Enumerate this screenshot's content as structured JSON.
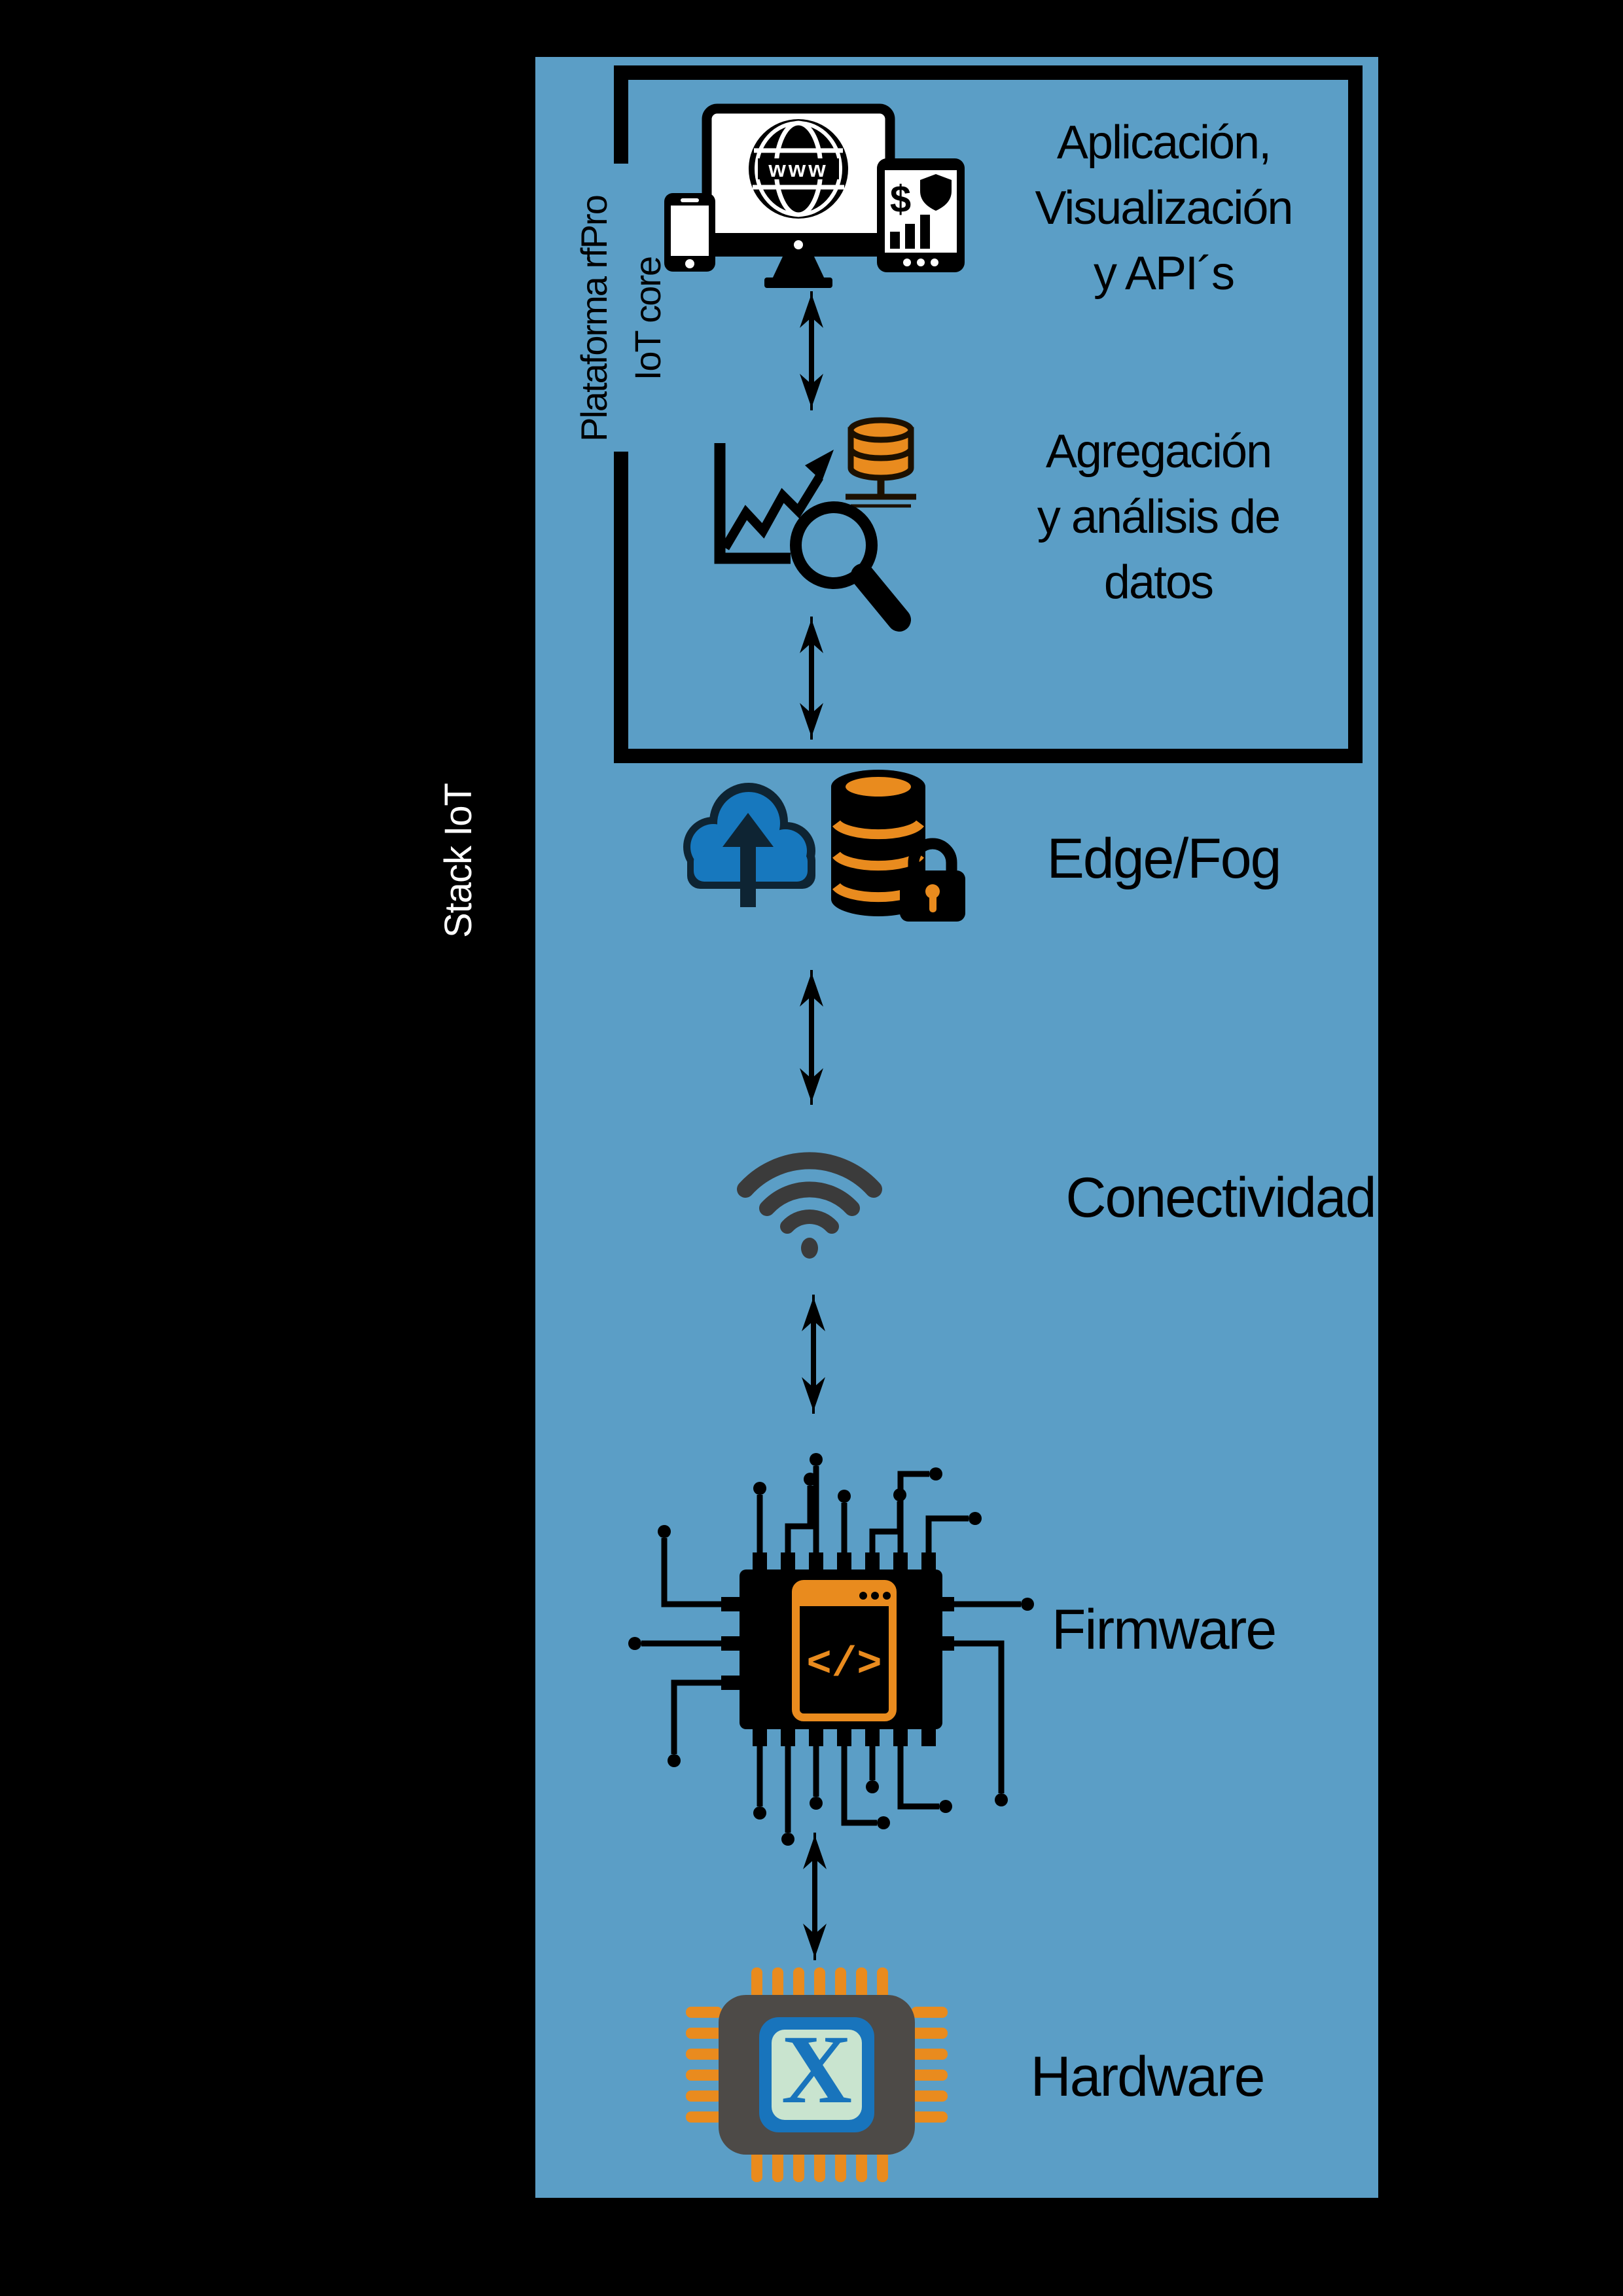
{
  "title": "Stack IoT",
  "colors": {
    "background": "#000000",
    "panel_blue": "#5B9EC6",
    "accent_orange": "#E98B1E",
    "cloud_blue": "#1778BE",
    "outline_navy": "#0E2433",
    "wifi_gray": "#3B3B3B",
    "chip_gray": "#4D4A47",
    "hardware_blue": "#1874BC",
    "hardware_mint": "#C9E4CF",
    "text_black": "#000000",
    "text_white": "#FFFFFF"
  },
  "sidebar": {
    "title": "Stack IoT"
  },
  "platform": {
    "line1": "Plataforma rfPro",
    "line2": "IoT core"
  },
  "stack": {
    "application": {
      "icon": "devices-icon",
      "lines": [
        "Aplicación,",
        "Visualización",
        "y API´s"
      ]
    },
    "aggregation": {
      "icon": "analytics-search-icon",
      "lines": [
        "Agregación",
        "y análisis de",
        "datos"
      ]
    },
    "edge": {
      "icon": "cloud-database-lock-icon",
      "label": "Edge/Fog"
    },
    "connectivity": {
      "icon": "wifi-icon",
      "label": "Conectividad"
    },
    "firmware": {
      "icon": "chip-code-icon",
      "label": "Firmware"
    },
    "hardware": {
      "icon": "cpu-chip-icon",
      "label": "Hardware"
    }
  },
  "icons": {
    "globe_text": "www",
    "tablet_dollar": "$",
    "code_text": "</>",
    "cpu_letter": "X"
  }
}
